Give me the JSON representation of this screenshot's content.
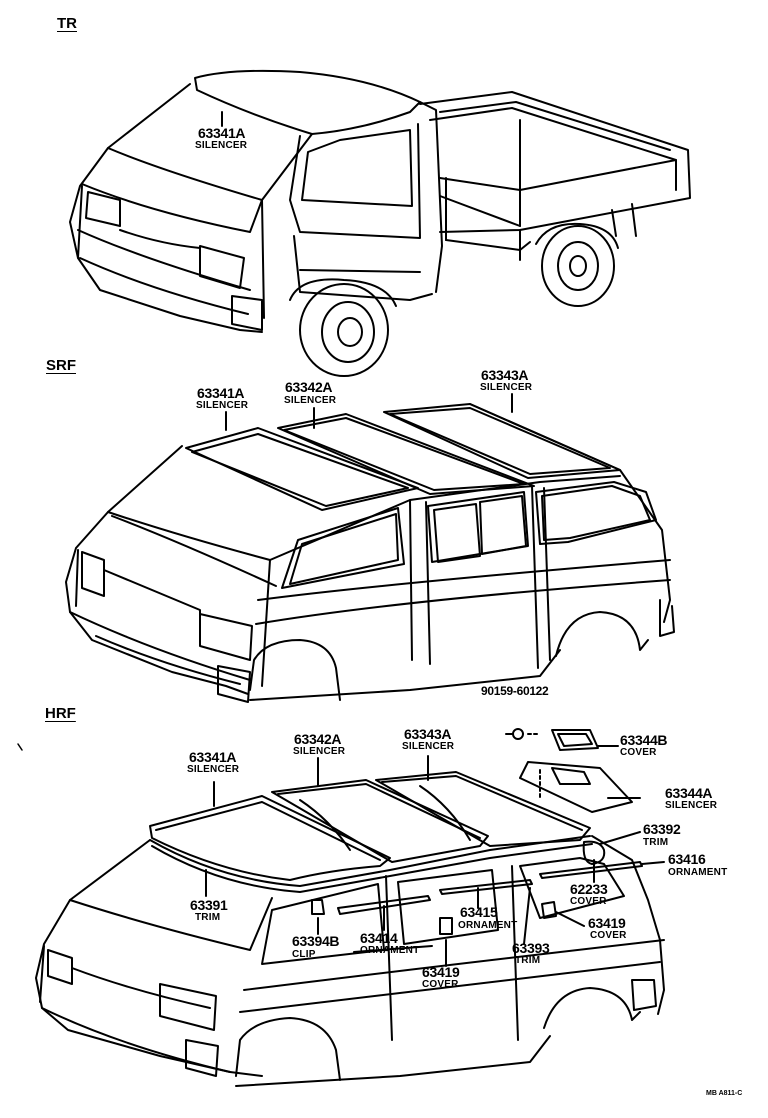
{
  "sections": [
    {
      "key": "tr",
      "label": "TR"
    },
    {
      "key": "srf",
      "label": "SRF"
    },
    {
      "key": "hrf",
      "label": "HRF"
    }
  ],
  "callouts": {
    "tr_63341a": {
      "part": "63341A",
      "name": "SILENCER"
    },
    "srf_63341a": {
      "part": "63341A",
      "name": "SILENCER"
    },
    "srf_63342a": {
      "part": "63342A",
      "name": "SILENCER"
    },
    "srf_63343a": {
      "part": "63343A",
      "name": "SILENCER"
    },
    "hrf_90159": {
      "part": "90159-60122",
      "name": ""
    },
    "hrf_63341a": {
      "part": "63341A",
      "name": "SILENCER"
    },
    "hrf_63342a": {
      "part": "63342A",
      "name": "SILENCER"
    },
    "hrf_63343a": {
      "part": "63343A",
      "name": "SILENCER"
    },
    "hrf_63344b": {
      "part": "63344B",
      "name": "COVER"
    },
    "hrf_63344a": {
      "part": "63344A",
      "name": "SILENCER"
    },
    "hrf_63392": {
      "part": "63392",
      "name": "TRIM"
    },
    "hrf_63416": {
      "part": "63416",
      "name": "ORNAMENT"
    },
    "hrf_62233": {
      "part": "62233",
      "name": "COVER"
    },
    "hrf_63391": {
      "part": "63391",
      "name": "TRIM"
    },
    "hrf_63415": {
      "part": "63415",
      "name": "ORNAMENT"
    },
    "hrf_63419r": {
      "part": "63419",
      "name": "COVER"
    },
    "hrf_63394b": {
      "part": "63394B",
      "name": "CLIP"
    },
    "hrf_63414": {
      "part": "63414",
      "name": "ORNAMENT"
    },
    "hrf_63393": {
      "part": "63393",
      "name": "TRIM"
    },
    "hrf_63419l": {
      "part": "63419",
      "name": "COVER"
    }
  },
  "figure_code": "MB A811-C"
}
